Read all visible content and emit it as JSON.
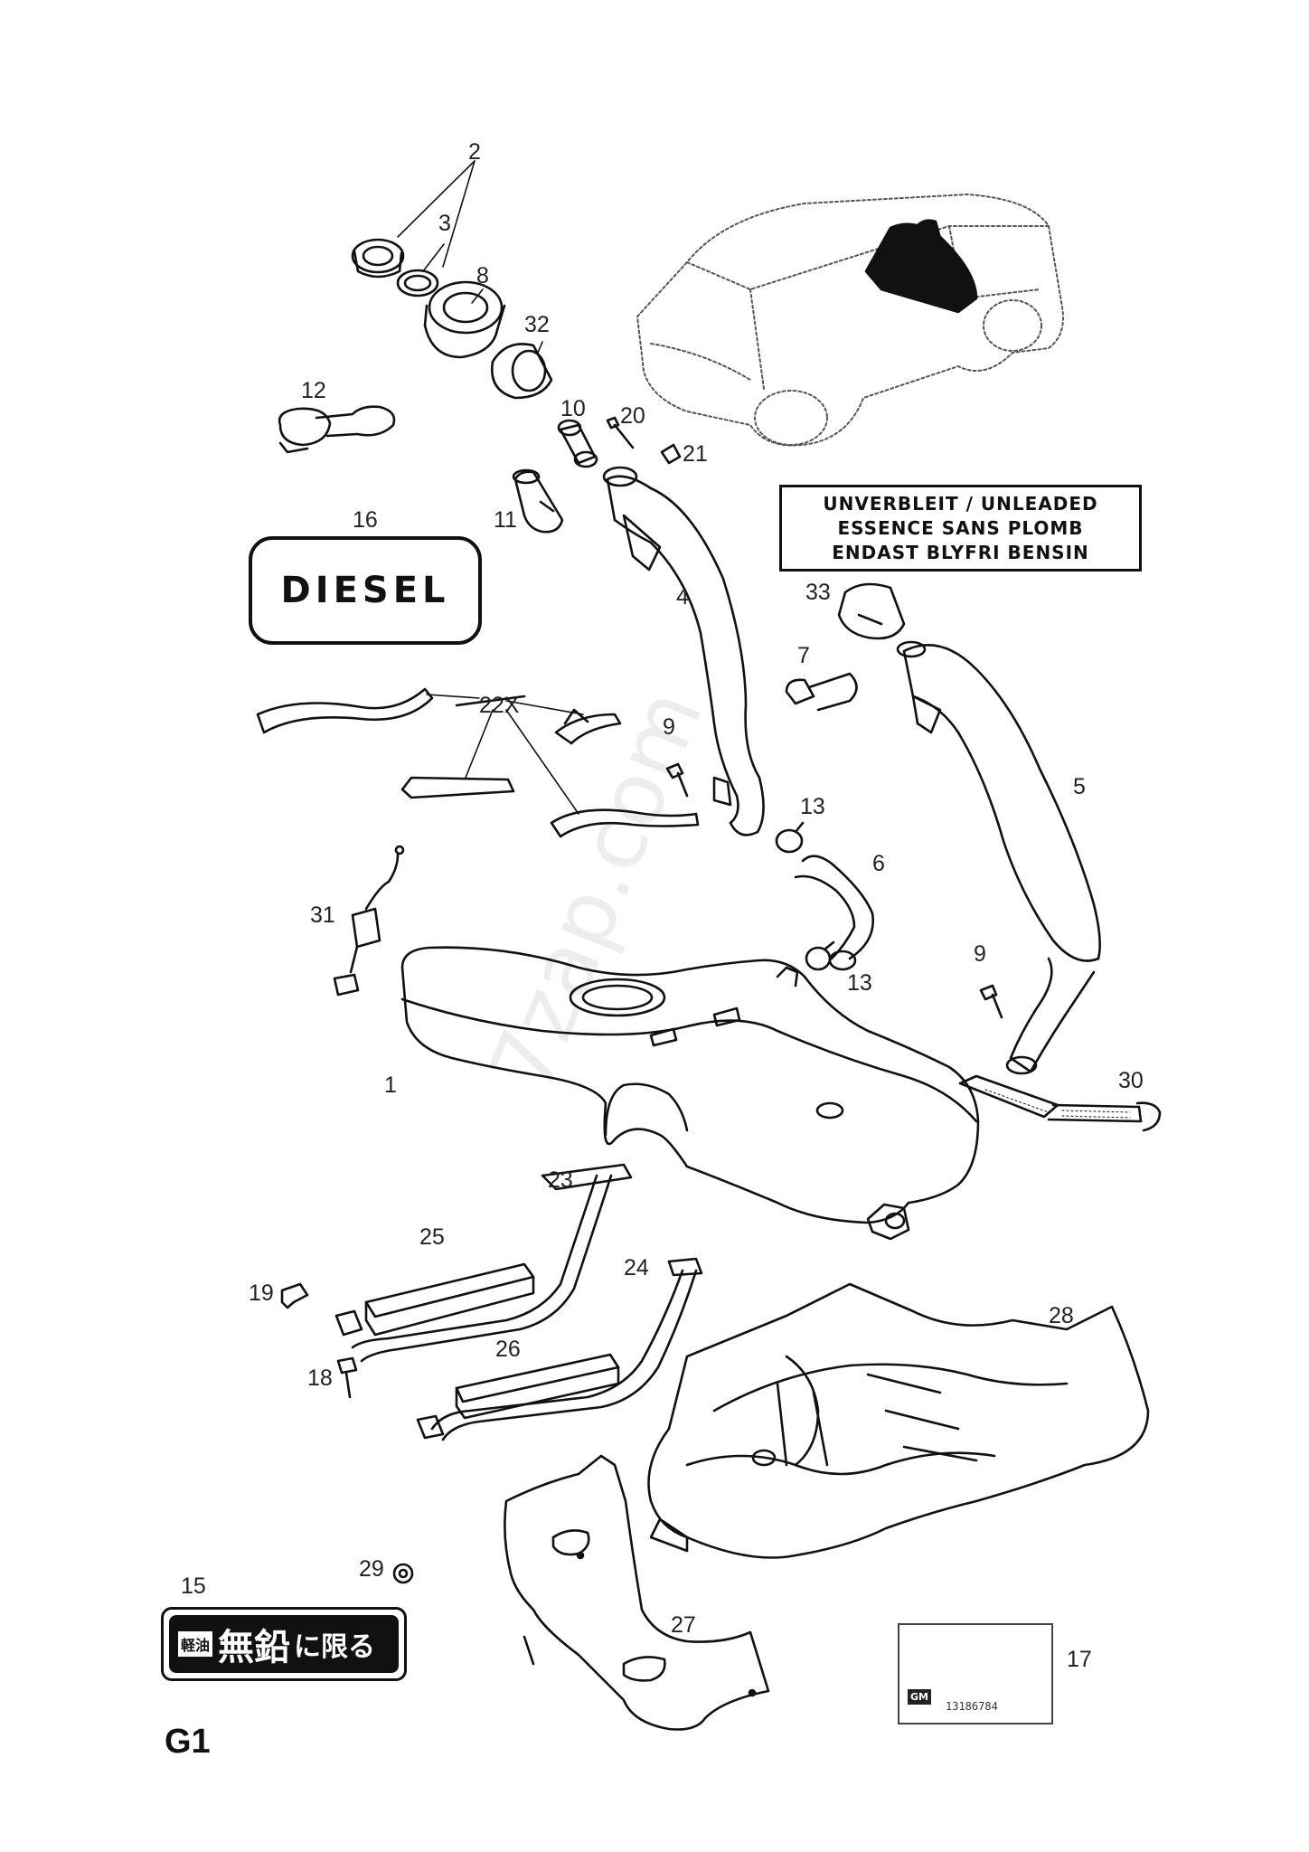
{
  "diagram": {
    "page_code": "G1",
    "watermark": "7zap.com",
    "callouts": [
      "2",
      "3",
      "8",
      "32",
      "12",
      "10",
      "20",
      "21",
      "11",
      "4",
      "16",
      "33",
      "7",
      "22X",
      "9",
      "5",
      "13",
      "6",
      "31",
      "1",
      "30",
      "23",
      "25",
      "24",
      "19",
      "26",
      "18",
      "28",
      "29",
      "15",
      "27",
      "17"
    ],
    "labels": {
      "unleaded_lines": [
        "UNVERBLEIT / UNLEADED",
        "ESSENCE SANS PLOMB",
        "ENDAST BLYFRI BENSIN"
      ],
      "diesel": "DIESEL",
      "jp_small": "軽油",
      "jp_big": "無鉛",
      "jp_mid": "に限る",
      "info_part_number": "13186784",
      "gm_logo": "GM"
    }
  }
}
